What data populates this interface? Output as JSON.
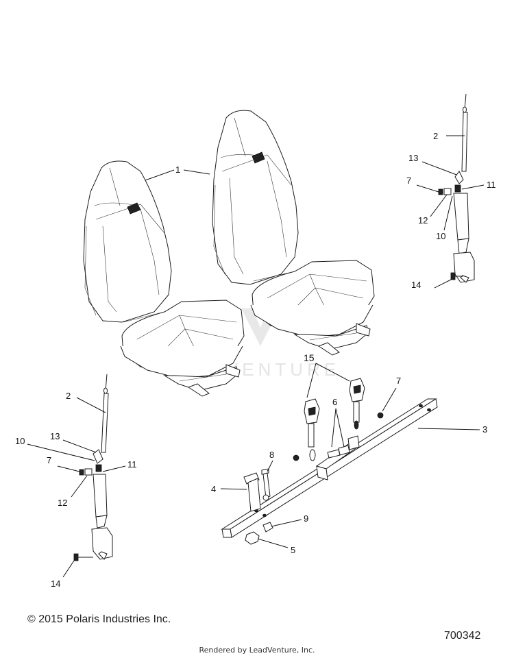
{
  "watermark": "LEADVENTURE",
  "callouts": {
    "c1_seat": "1",
    "c2_right": "2",
    "c13_right": "13",
    "c7_right": "7",
    "c11_right": "11",
    "c12_right": "12",
    "c10_right": "10",
    "c14_right": "14",
    "c15": "15",
    "c7_bar": "7",
    "c6": "6",
    "c3": "3",
    "c8": "8",
    "c4": "4",
    "c9": "9",
    "c5": "5",
    "c2_left": "2",
    "c10_left": "10",
    "c13_left": "13",
    "c7_left": "7",
    "c11_left": "11",
    "c12_left": "12",
    "c14_left": "14"
  },
  "footer": {
    "copyright": "© 2015 Polaris Industries Inc.",
    "diagram_number": "700342",
    "rendered_by": "Rendered by LeadVenture, Inc."
  }
}
